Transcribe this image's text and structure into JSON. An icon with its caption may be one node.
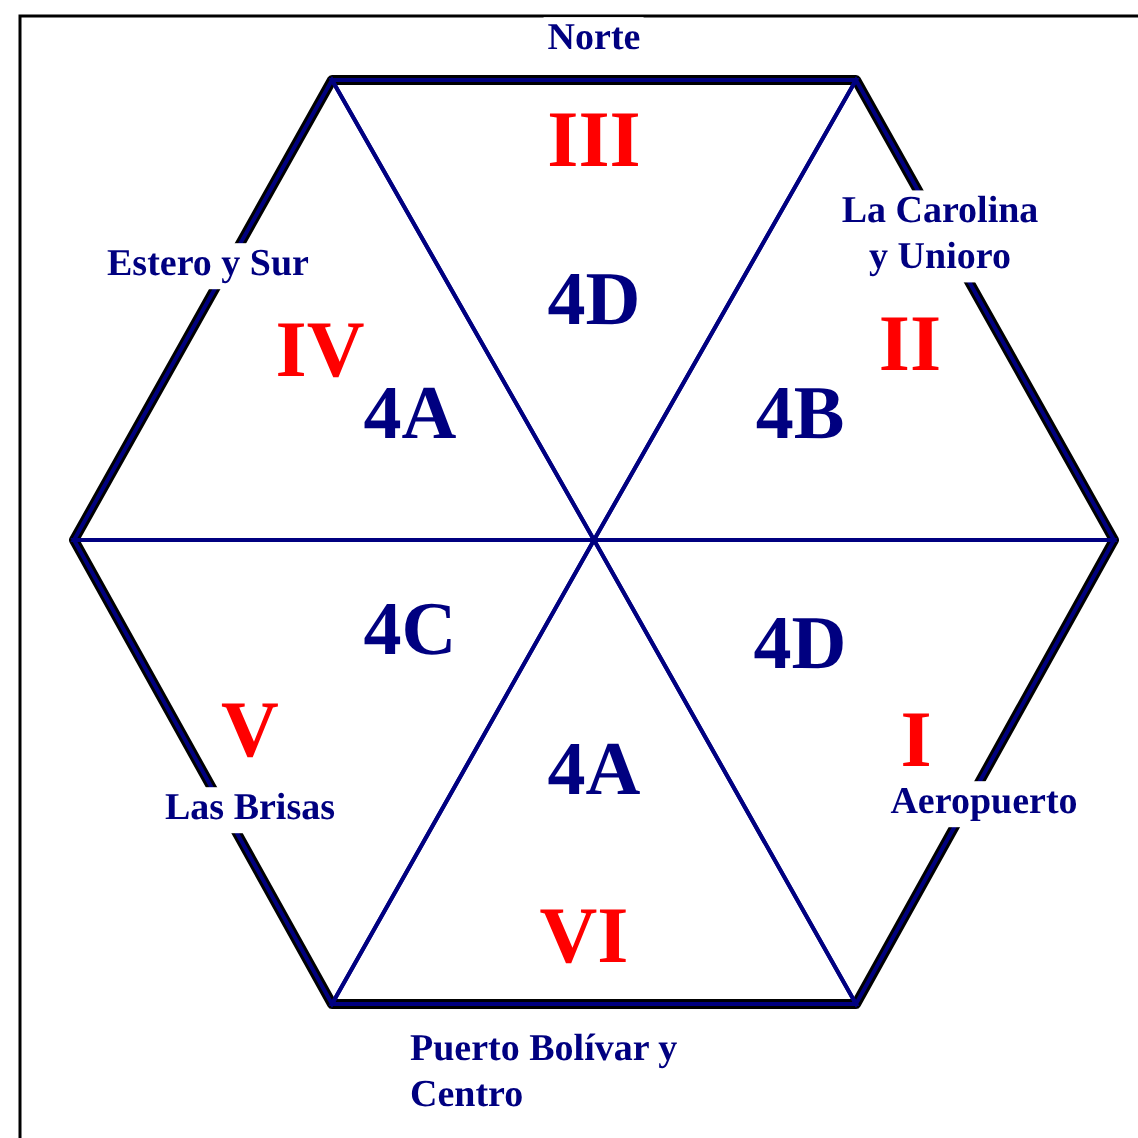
{
  "diagram": {
    "nodes": [
      {
        "text": [
          "III",
          "4D"
        ],
        "beside": [
          "Norte"
        ]
      },
      {
        "text": [
          "IV",
          "4A"
        ],
        "beside": [
          "Estero y Sur"
        ]
      },
      {
        "text": [
          "La Carolina y Unioro",
          "II",
          "4B"
        ]
      },
      {
        "text": [
          "4C",
          "V",
          "Las Brisas"
        ]
      },
      {
        "text": [
          "I",
          "4D"
        ],
        "beside": [
          "Aeropuerto"
        ]
      },
      {
        "text": [
          "4A",
          "VI"
        ],
        "beside": [
          "Puerto Bolívar y Centro"
        ]
      }
    ],
    "edges": []
  }
}
